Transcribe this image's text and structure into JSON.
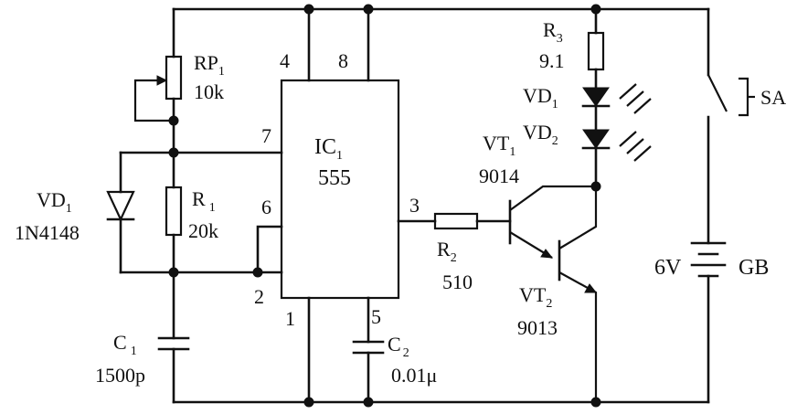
{
  "rp1": {
    "name": "RP",
    "sub": "1",
    "value": "10k"
  },
  "r1": {
    "name": "R",
    "sub": "1",
    "value": "20k"
  },
  "r2": {
    "name": "R",
    "sub": "2",
    "value": "510"
  },
  "r3": {
    "name": "R",
    "sub": "3",
    "value": "9.1"
  },
  "vd1_left": {
    "name": "VD",
    "sub": "1",
    "value": "1N4148"
  },
  "vd1_led": {
    "name": "VD",
    "sub": "1"
  },
  "vd2_led": {
    "name": "VD",
    "sub": "2"
  },
  "c1": {
    "name": "C",
    "sub": "1",
    "value": "1500p"
  },
  "c2": {
    "name": "C",
    "sub": "2",
    "value": "0.01μ"
  },
  "ic1": {
    "name": "IC",
    "sub": "1",
    "value": "555"
  },
  "vt1": {
    "name": "VT",
    "sub": "1",
    "value": "9014"
  },
  "vt2": {
    "name": "VT",
    "sub": "2",
    "value": "9013"
  },
  "battery": {
    "voltage": "6V",
    "name": "GB"
  },
  "switch": {
    "name": "SA"
  },
  "pins": {
    "p1": "1",
    "p2": "2",
    "p3": "3",
    "p4": "4",
    "p5": "5",
    "p6": "6",
    "p7": "7",
    "p8": "8"
  }
}
